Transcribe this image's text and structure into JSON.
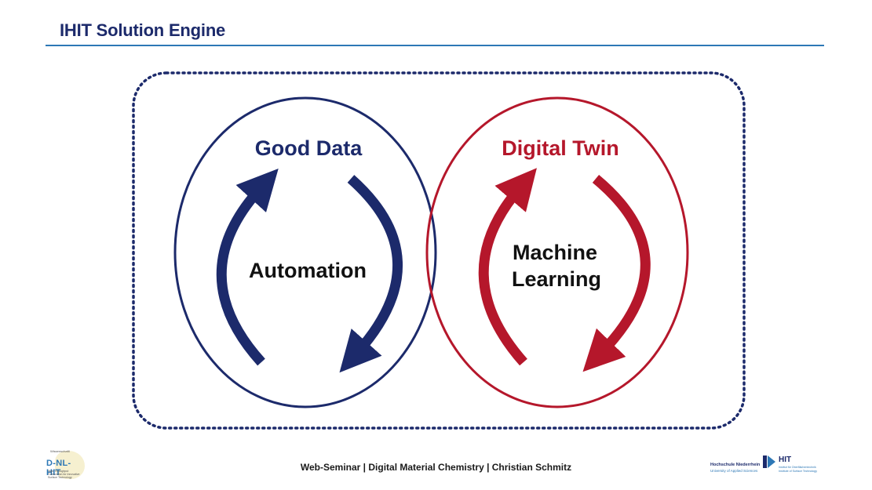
{
  "header": {
    "title": "IHIT Solution Engine"
  },
  "diagram": {
    "left": {
      "title": "Good Data",
      "center": "Automation"
    },
    "right": {
      "title": "Digital Twin",
      "center_line1": "Machine",
      "center_line2": "Learning"
    }
  },
  "footer": {
    "text": "Web-Seminar | Digital Material Chemistry | Christian Schmitz"
  },
  "logos": {
    "left": {
      "subtitle": "Wissenschaftl",
      "mark": "D-NL-HIT",
      "tagline": "High-Throughput Formulation for Innovative Surface Technology"
    },
    "right": {
      "school": "Hochschule Niederrhein",
      "school_sub": "University of Applied Sciences",
      "mark": "HIT",
      "institute_de": "Institut für Oberflächentechnik",
      "institute_en": "Institute of Surface Technology"
    }
  },
  "colors": {
    "navy": "#1c2a6b",
    "red": "#b5172b",
    "rule": "#2d78b6"
  }
}
